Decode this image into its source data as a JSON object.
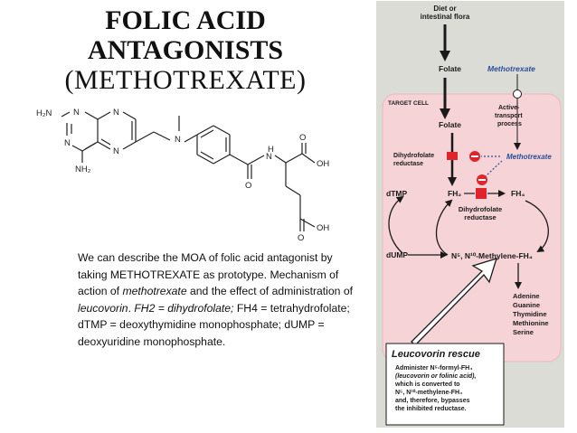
{
  "title": {
    "line1": "FOLIC ACID",
    "line2": "ANTAGONISTS",
    "line3": "(METHOTREXATE)"
  },
  "structure": {
    "atoms": {
      "h2n": "H₂N",
      "n1": "N",
      "n2": "N",
      "n3": "N",
      "n4": "N",
      "nh2": "NH₂",
      "n_amine": "N",
      "o_amide": "O",
      "nh": "H",
      "nh_n": "N",
      "o_acid1": "O",
      "oh1": "OH",
      "o_acid2": "O",
      "oh2": "OH"
    }
  },
  "description": {
    "s1": "We can describe the MOA of folic acid antagonist by taking METHOTREXATE as prototype. Mechanism of action of ",
    "s2": "methotrexate",
    "s3": " and the effect of administration of ",
    "s4": "leucovorin",
    "s5": ". ",
    "s6": "FH2 = dihydrofolate;",
    "s7": " FH4 = tetrahydrofolate; dTMP = deoxythymidine monophosphate; dUMP = deoxyuridine monophosphate."
  },
  "diagram": {
    "diet_line1": "Diet or",
    "diet_line2": "intestinal flora",
    "folate_top": "Folate",
    "methotrexate_top": "Methotrexate",
    "target_cell": "TARGET CELL",
    "folate_cell": "Folate",
    "active_line1": "Active-",
    "active_line2": "transport",
    "active_line3": "process",
    "dhfr1_line1": "Dihydrofolate",
    "dhfr1_line2": "reductase",
    "methotrexate_cell": "Methotrexate",
    "dtmp": "dTMP",
    "fh2": "FH₂",
    "fh4": "FH₄",
    "dhfr2_line1": "Dihydrofolate",
    "dhfr2_line2": "reductase",
    "dump": "dUMP",
    "methylene": "N⁵, N¹⁰-Methylene-FH₄",
    "products": [
      "Adenine",
      "Guanine",
      "Thymidine",
      "Methionine",
      "Serine"
    ],
    "rescue_title": "Leucovorin rescue",
    "rescue_lines": [
      "Administer N⁵-formyl-FH₄",
      "(leucovorin or folinic acid),",
      "which is converted to",
      "N⁵, N¹⁰-methylene-FH₄",
      "and, therefore, bypasses",
      "the inhibited reductase."
    ],
    "colors": {
      "outer_bg": "#dcdcd7",
      "cell_bg": "#f6d3d6",
      "cell_border": "#ecb8bd",
      "methotrexate_text": "#2a4f9a",
      "inhibit_red": "#e0242b",
      "rescue_bg": "#ffffff",
      "dark": "#1a1a1a"
    }
  }
}
